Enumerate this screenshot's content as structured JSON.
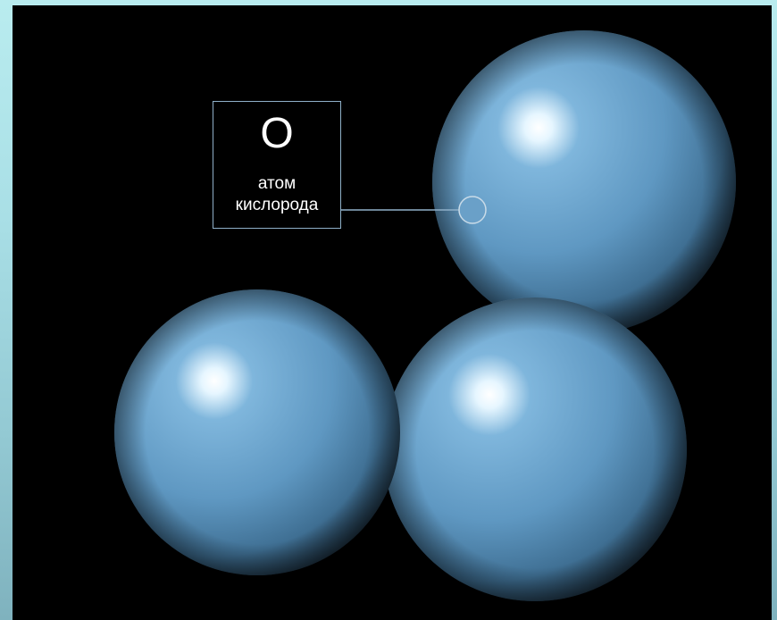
{
  "diagram": {
    "label": {
      "symbol": "O",
      "line1": "атом",
      "line2": "кислорода"
    },
    "atom_count": 3,
    "atom_color": "#5e96bf",
    "background_color": "#000000",
    "frame_color": "#a9dfe6"
  }
}
